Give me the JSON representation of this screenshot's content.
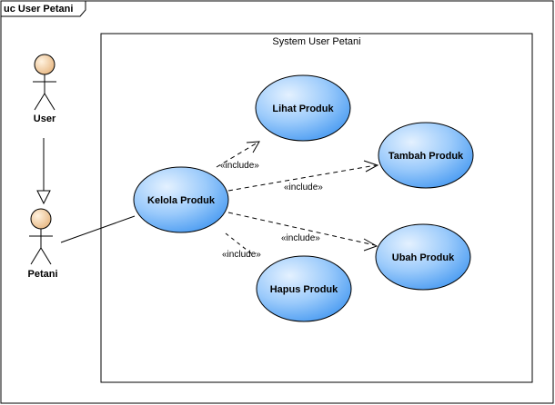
{
  "frame": {
    "label": "uc User Petani"
  },
  "system": {
    "label": "System User Petani"
  },
  "actors": {
    "user": "User",
    "petani": "Petani"
  },
  "usecases": {
    "lihat": "Lihat Produk",
    "tambah": "Tambah Produk",
    "kelola": "Kelola Produk",
    "ubah": "Ubah Produk",
    "hapus": "Hapus Produk"
  },
  "relations": {
    "include_lihat": "«include»",
    "include_tambah": "«include»",
    "include_ubah": "«include»",
    "include_hapus": "«include»"
  },
  "colors": {
    "usecase_fill_light": "#c9e2ff",
    "usecase_fill_dark": "#5aa7f5",
    "actor_fill": "#f6d4a8",
    "line": "#000000"
  }
}
